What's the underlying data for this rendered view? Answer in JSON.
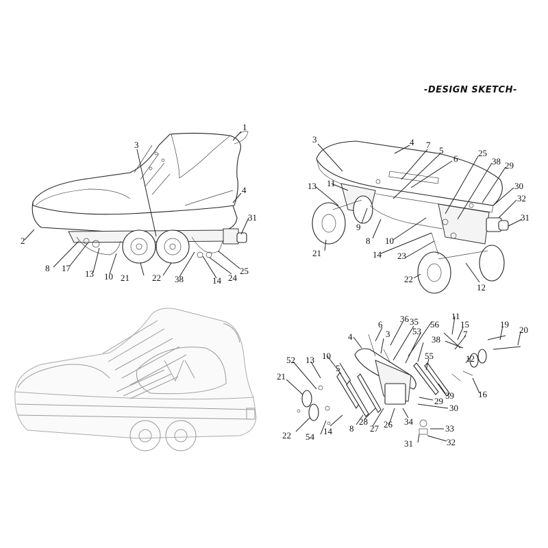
{
  "title": "-DESIGN SKETCH-",
  "panels": {
    "side_view": {
      "labels": [
        "1",
        "3",
        "4",
        "2",
        "31",
        "8",
        "17",
        "13",
        "10",
        "21",
        "22",
        "38",
        "14",
        "24",
        "25"
      ]
    },
    "perspective_view": {
      "labels": [
        "3",
        "4",
        "7",
        "5",
        "6",
        "25",
        "38",
        "29",
        "13",
        "11",
        "30",
        "32",
        "31",
        "9",
        "8",
        "10",
        "14",
        "23",
        "21",
        "22",
        "12"
      ]
    },
    "exploded_view": {
      "labels": [
        "6",
        "36",
        "35",
        "11",
        "15",
        "19",
        "20",
        "4",
        "3",
        "53",
        "56",
        "38",
        "7",
        "52",
        "13",
        "10",
        "5",
        "55",
        "12",
        "21",
        "39",
        "16",
        "29",
        "30",
        "22",
        "54",
        "14",
        "8",
        "28",
        "27",
        "26",
        "34",
        "33",
        "31",
        "32"
      ]
    }
  }
}
